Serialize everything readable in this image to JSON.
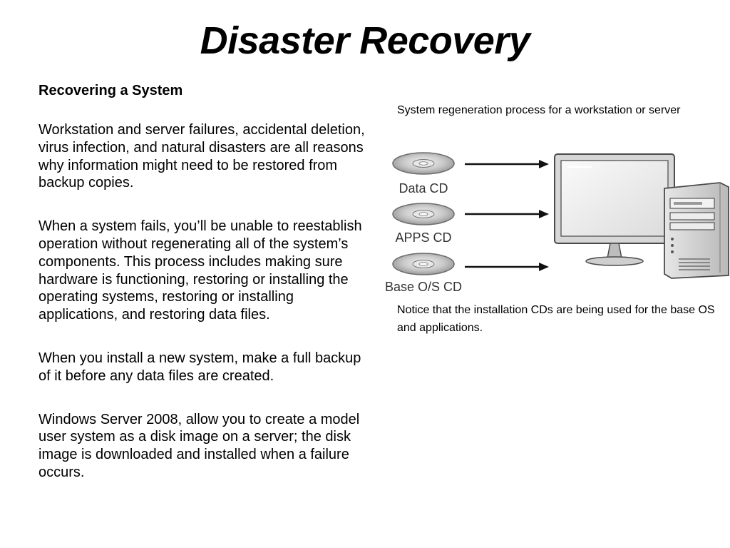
{
  "slide": {
    "title": "Disaster Recovery",
    "subheading": "Recovering a System",
    "paragraphs": [
      "Workstation and server failures, accidental deletion, virus infection, and natural disasters are all reasons why information might need to be restored from backup copies.",
      "When a system fails, you’ll be unable to reestablish operation without regenerating all of the system’s components. This process includes making sure hardware is functioning, restoring or installing the operating systems, restoring or installing applications, and restoring data files.",
      "When you install a new system, make a full backup of it before any data files are created.",
      "Windows Server 2008, allow you to create a model user system as a disk image on a server; the disk image is downloaded and installed when a failure occurs."
    ]
  },
  "figure": {
    "caption_top": "System regeneration process for a workstation or server",
    "caption_bottom": "Notice that the installation CDs are being used for the base OS and applications.",
    "cd_labels": [
      "Data CD",
      "APPS CD",
      "Base O/S CD"
    ],
    "icons": [
      "cd-disc-icon",
      "arrow-right-icon",
      "monitor-icon",
      "tower-computer-icon"
    ]
  }
}
